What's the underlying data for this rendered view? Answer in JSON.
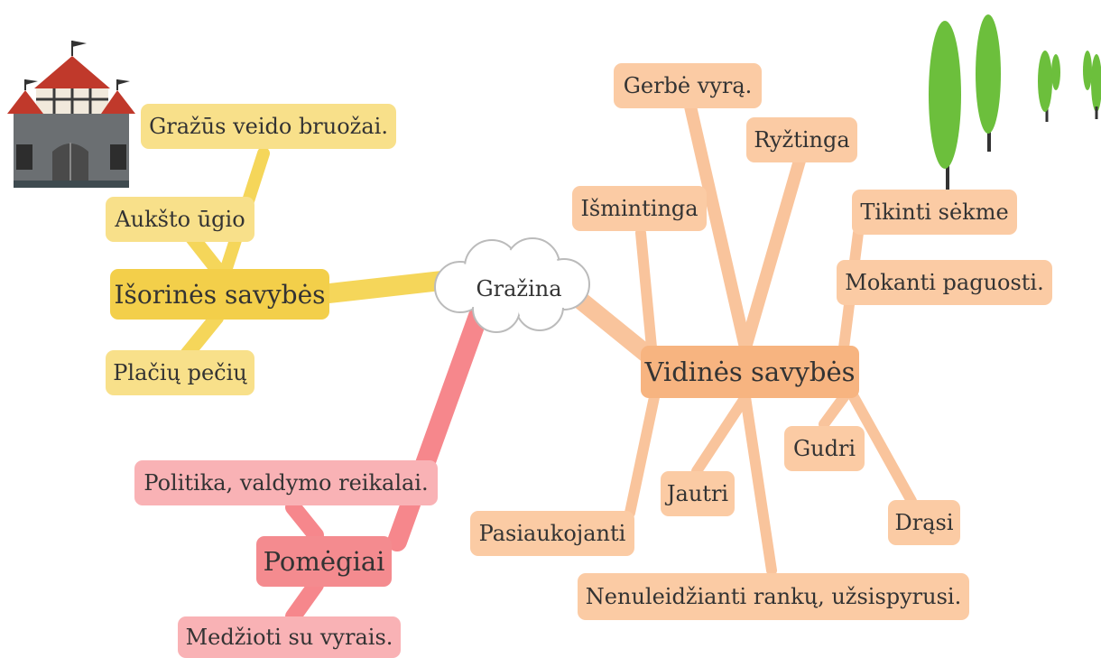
{
  "center": {
    "label": "Gražina"
  },
  "branches": {
    "outer": {
      "title": "Išorinės savybės",
      "items": [
        "Gražūs veido bruožai.",
        "Aukšto ūgio",
        "Plačių pečių"
      ]
    },
    "inner": {
      "title": "Vidinės savybės",
      "items": [
        "Gerbė vyrą.",
        "Ryžtinga",
        "Išmintinga",
        "Tikinti sėkme",
        "Mokanti paguosti.",
        "Gudri",
        "Jautri",
        "Drąsi",
        "Pasiaukojanti",
        "Nenuleidžianti rankų, užsispyrusi."
      ]
    },
    "hobbies": {
      "title": "Pomėgiai",
      "items": [
        "Politika, valdymo reikalai.",
        "Medžioti su vyrais."
      ]
    }
  },
  "colors": {
    "yellow_branch": "#f5d65a",
    "orange_branch": "#f9c49c",
    "pink_branch": "#f6878c",
    "tree_green": "#6cbf3c",
    "castle_roof": "#c0392b"
  },
  "icons": [
    "castle-icon",
    "trees-icon"
  ]
}
